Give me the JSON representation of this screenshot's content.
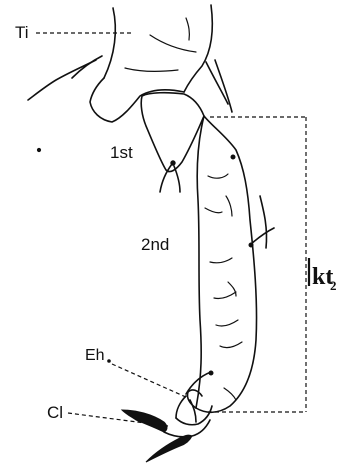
{
  "labels": {
    "tibia": "Ti",
    "first_segment": "1st",
    "second_segment": "2nd",
    "empodial_hair": "Eh",
    "claw": "Cl",
    "bracket_symbol": "kt",
    "bracket_subscript": "2"
  }
}
